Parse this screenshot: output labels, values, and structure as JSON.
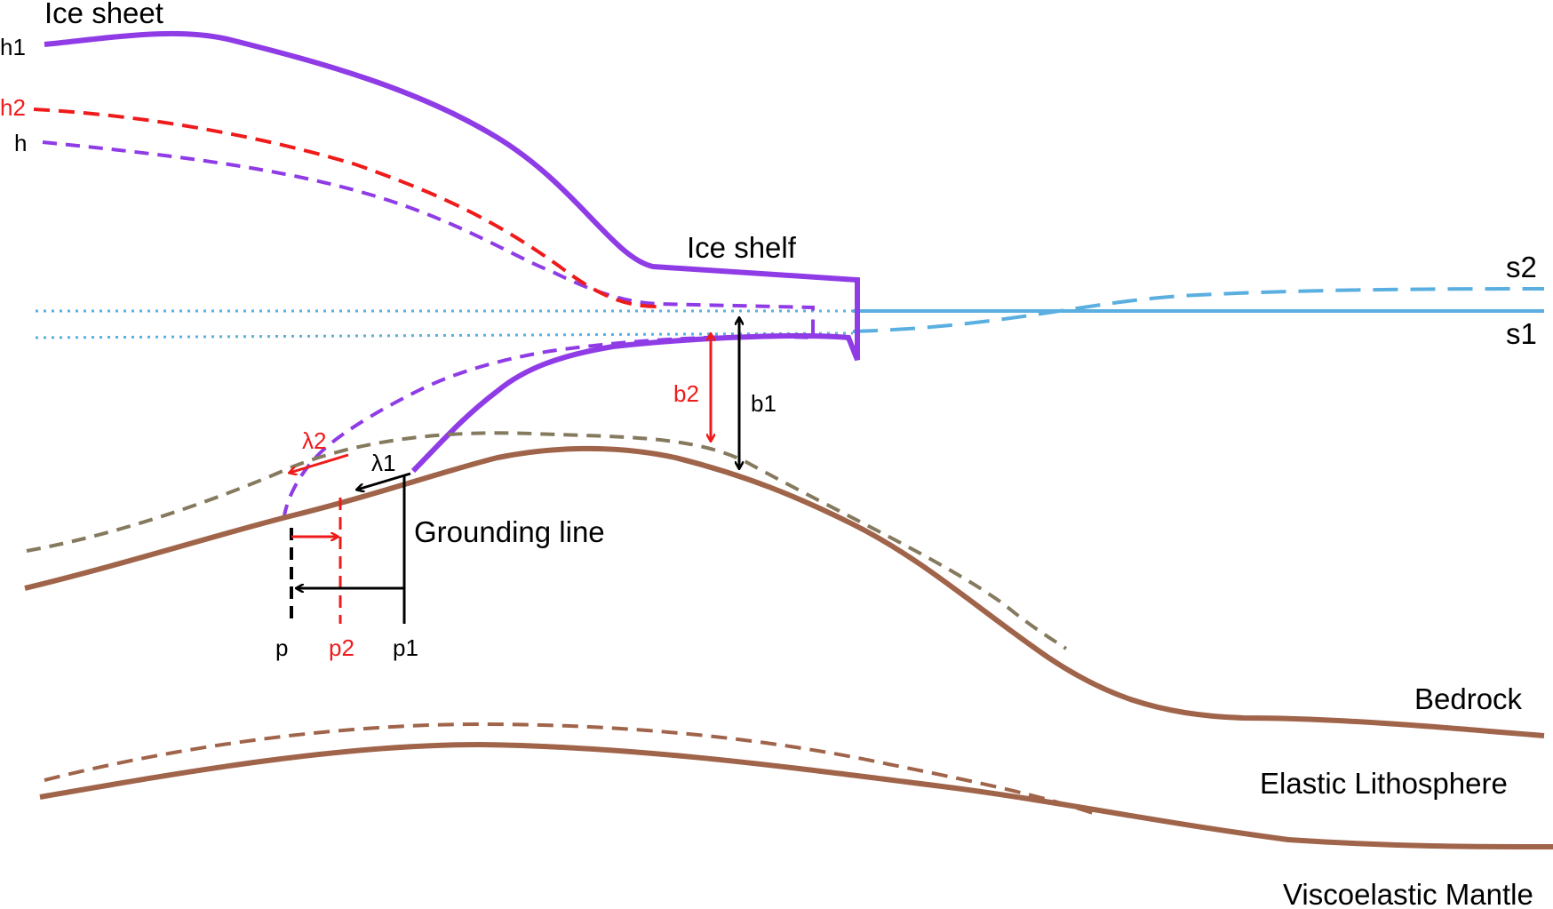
{
  "labels": {
    "ice_sheet": "Ice sheet",
    "ice_shelf": "Ice shelf",
    "h1": "h1",
    "h2": "h2",
    "h": "h",
    "s1": "s1",
    "s2": "s2",
    "b1": "b1",
    "b2": "b2",
    "lambda1": "λ1",
    "lambda2": "λ2",
    "grounding_line": "Grounding line",
    "p": "p",
    "p1": "p1",
    "p2": "p2",
    "bedrock": "Bedrock",
    "elastic_lithosphere": "Elastic Lithosphere",
    "viscoelastic_mantle": "Viscoelastic Mantle"
  },
  "colors": {
    "ice": "#8f3ce6",
    "sea": "#5aafe0",
    "bedrock": "#a0644a",
    "bedrock_dashed": "#857a5e",
    "red": "#ef1b1b",
    "black": "#000000"
  }
}
